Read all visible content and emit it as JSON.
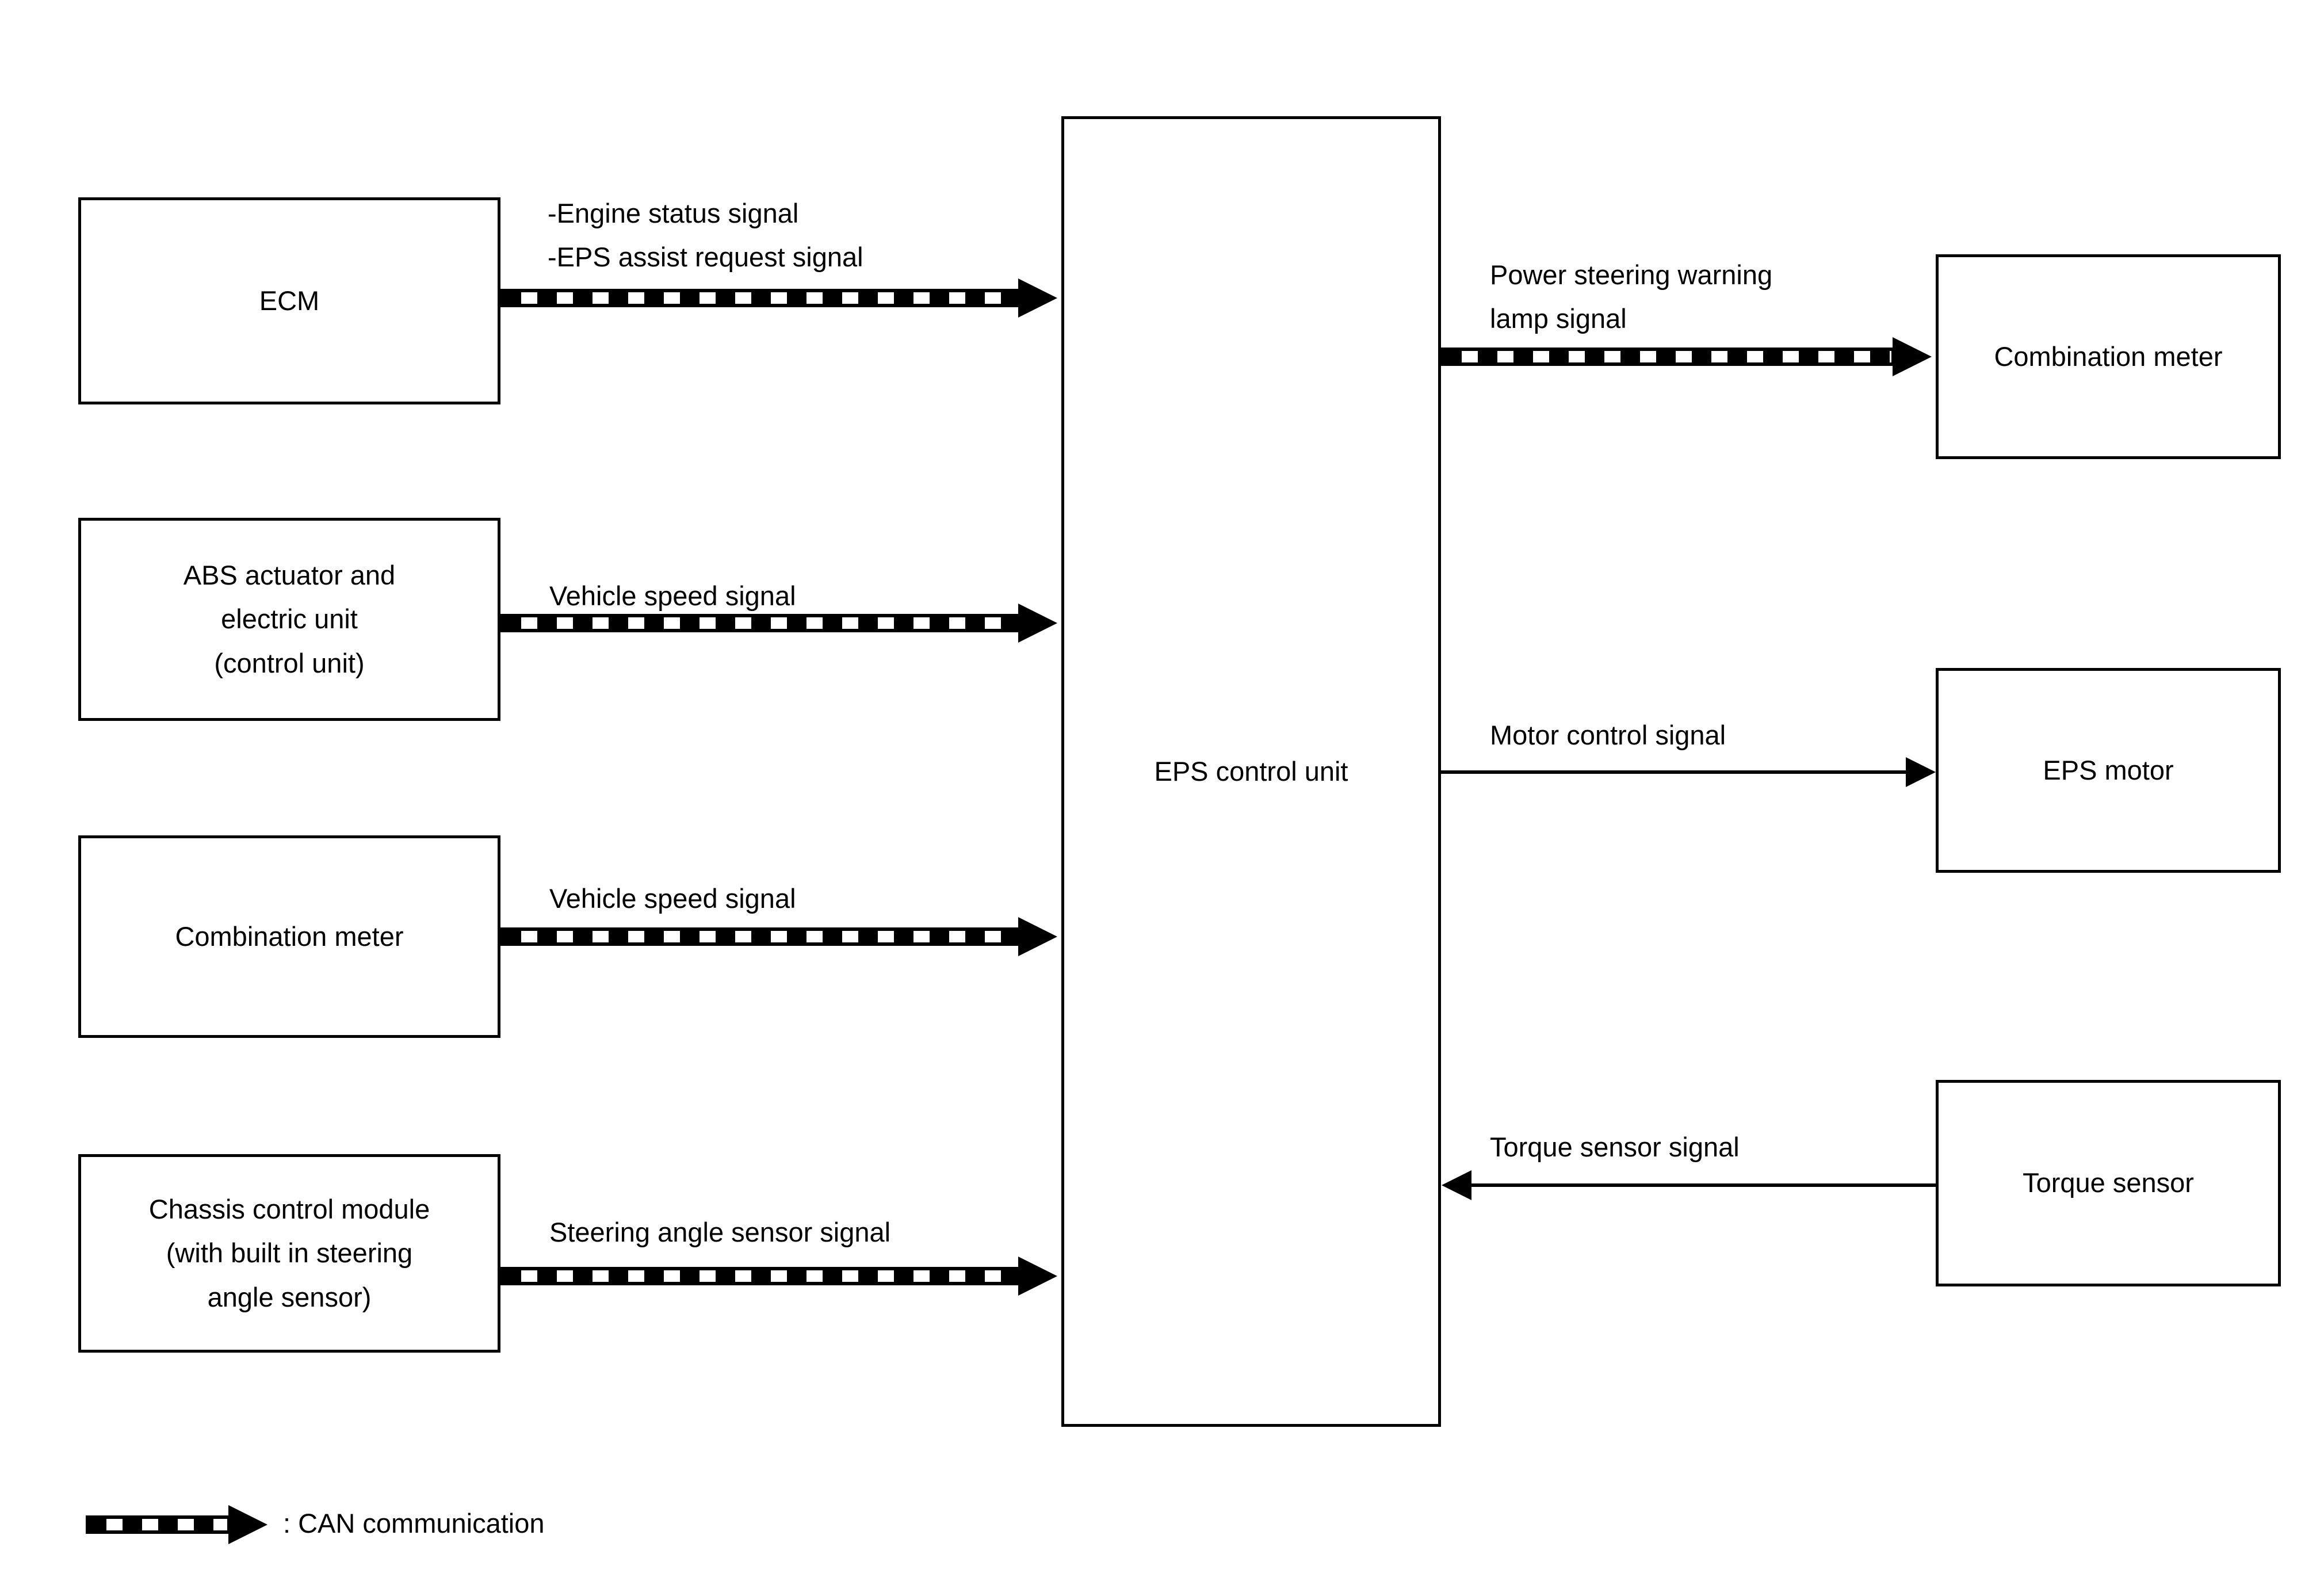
{
  "colors": {
    "background": "#ffffff",
    "foreground": "#000000"
  },
  "nodes": {
    "ecm": {
      "label": "ECM"
    },
    "abs_actuator": {
      "label": "ABS actuator and\nelectric unit\n(control unit)"
    },
    "combination_meter_left": {
      "label": "Combination meter"
    },
    "chassis_control_module": {
      "label": "Chassis control module\n(with built in steering\nangle sensor)"
    },
    "eps_control_unit": {
      "label": "EPS control unit"
    },
    "combination_meter_right": {
      "label": "Combination meter"
    },
    "eps_motor": {
      "label": "EPS motor"
    },
    "torque_sensor": {
      "label": "Torque sensor"
    }
  },
  "signals": {
    "ecm_to_eps": {
      "label": "-Engine status signal\n-EPS assist request signal",
      "from": "ECM",
      "to": "EPS control unit",
      "type": "CAN communication"
    },
    "abs_to_eps": {
      "label": "Vehicle speed signal",
      "from": "ABS actuator and electric unit (control unit)",
      "to": "EPS control unit",
      "type": "CAN communication"
    },
    "combination_meter_to_eps": {
      "label": "Vehicle speed signal",
      "from": "Combination meter",
      "to": "EPS control unit",
      "type": "CAN communication"
    },
    "chassis_to_eps": {
      "label": "Steering angle sensor signal",
      "from": "Chassis control module (with built in steering angle sensor)",
      "to": "EPS control unit",
      "type": "CAN communication"
    },
    "eps_to_combination_meter": {
      "label": "Power steering warning\nlamp signal",
      "from": "EPS control unit",
      "to": "Combination meter",
      "type": "CAN communication"
    },
    "eps_to_motor": {
      "label": "Motor control signal",
      "from": "EPS control unit",
      "to": "EPS motor",
      "type": "direct"
    },
    "torque_to_eps": {
      "label": "Torque sensor signal",
      "from": "Torque sensor",
      "to": "EPS control unit",
      "type": "direct"
    }
  },
  "legend": {
    "symbol": "can-dashed-arrow",
    "label": ": CAN communication"
  }
}
